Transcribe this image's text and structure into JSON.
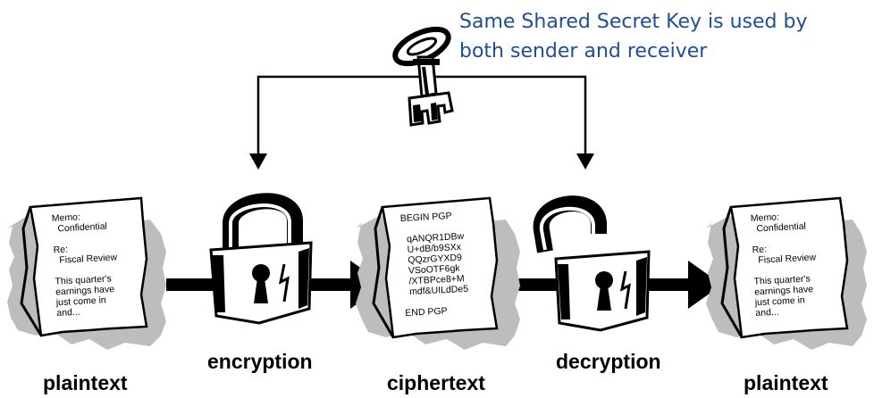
{
  "caption": {
    "line1": "Same Shared Secret Key is used by",
    "line2": "both sender and receiver"
  },
  "labels": {
    "plaintext_left": "plaintext",
    "encryption": "encryption",
    "ciphertext": "ciphertext",
    "decryption": "decryption",
    "plaintext_right": "plaintext"
  },
  "documents": {
    "plaintext_lines": [
      "Memo:",
      "Confidential",
      "",
      "Re:",
      "Fiscal Review",
      "",
      "This quarter's",
      "earnings have",
      "just come in",
      "and..."
    ],
    "ciphertext_lines": [
      "BEGIN PGP",
      "",
      "qANQR1DBw",
      "U+dB/b9SXx",
      "QQzrGYXD9",
      "VSoOTF6gk",
      "/XTBPce8+M",
      "mdf&UILdDe5",
      "",
      "END PGP"
    ]
  },
  "icons": [
    "key-icon",
    "closed-padlock-icon",
    "open-padlock-icon"
  ]
}
